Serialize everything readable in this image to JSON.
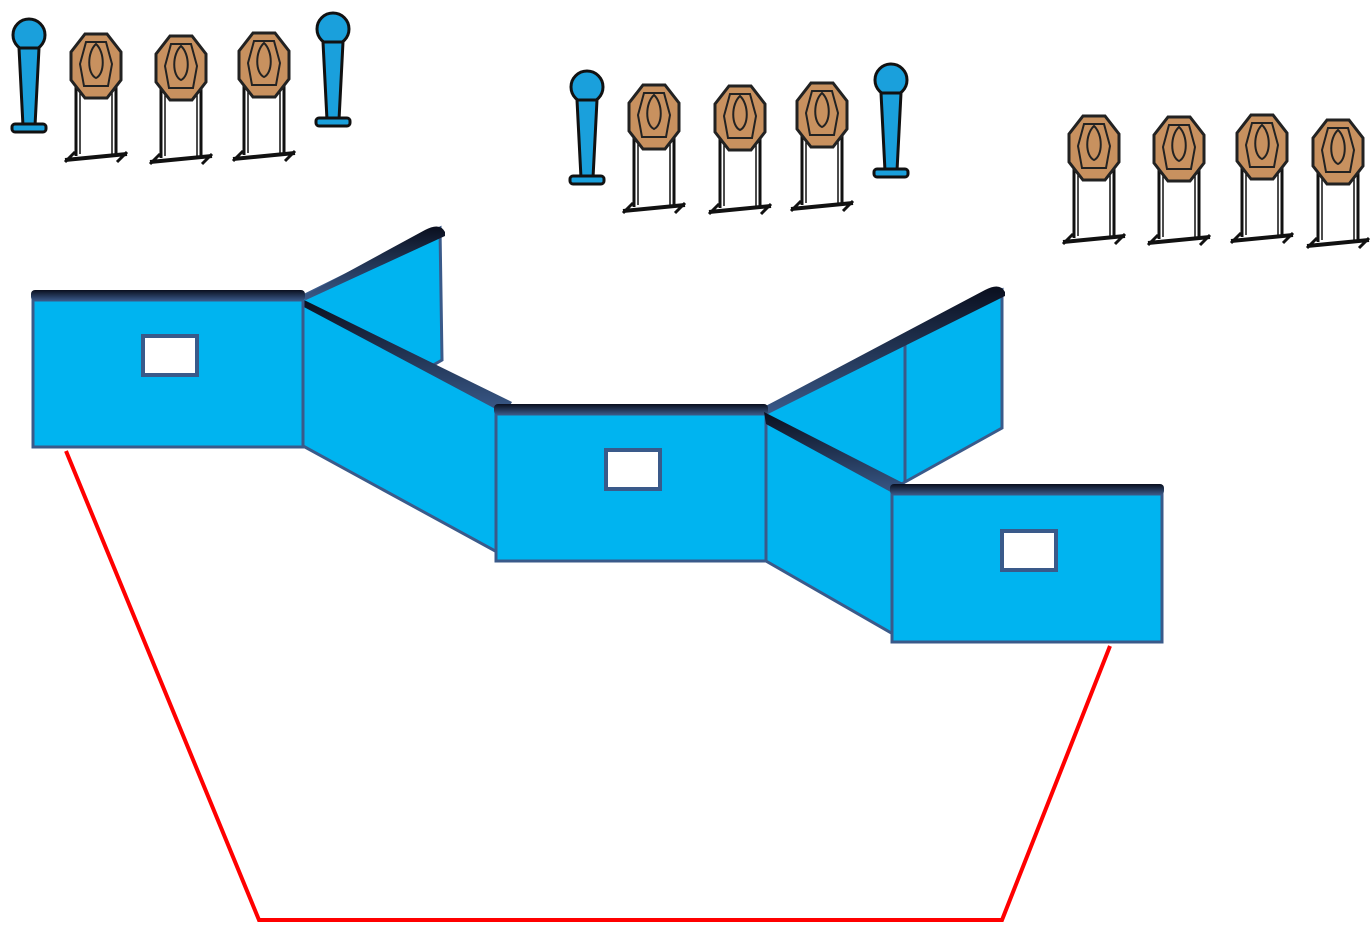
{
  "stage": {
    "target_groups": [
      {
        "id": "left",
        "items": [
          "popper",
          "paper",
          "paper",
          "paper",
          "popper"
        ]
      },
      {
        "id": "center",
        "items": [
          "popper",
          "paper",
          "paper",
          "paper",
          "popper"
        ]
      },
      {
        "id": "right",
        "items": [
          "paper",
          "paper",
          "paper",
          "paper"
        ]
      }
    ],
    "walls": {
      "shooting_ports": 3,
      "color": "#00b4f0",
      "edge_color": "#3a5a8a"
    },
    "fault_line": {
      "color": "#ff0000"
    },
    "colors": {
      "popper": "#1aa0dc",
      "target": "#c8915f",
      "target_outline": "#222222"
    },
    "icons": {
      "popper": "popper-target-icon",
      "paper": "ipsc-paper-target-icon"
    }
  }
}
